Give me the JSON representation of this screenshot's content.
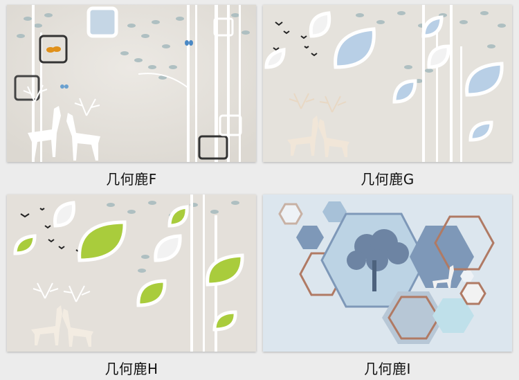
{
  "captions": {
    "f": "几何鹿F",
    "g": "几何鹿G",
    "h": "几何鹿H",
    "i": "几何鹿I"
  },
  "colors": {
    "page_background": "#ececec",
    "wall_beige": "#e4e0da",
    "leaf_blue_green": "#9fb4b8",
    "frame_blue": "#a9c3dc",
    "leaf_green": "#a9cc3c",
    "hex_blue": "#8fa7c4",
    "hex_copper": "#b07a64"
  }
}
